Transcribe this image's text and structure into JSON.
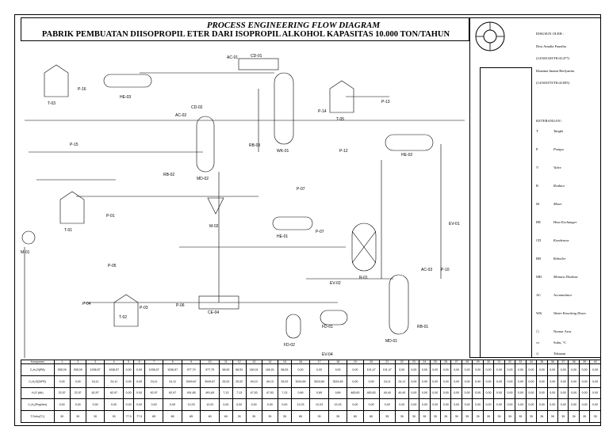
{
  "title_main": "PROCESS ENGINEERING FLOW DIAGRAM",
  "title_sub": "PABRIK PEMBUATAN DIISOPROPIL ETER DARI ISOPROPIL ALKOHOL KAPASITAS 10.000 TON/TAHUN",
  "side": {
    "prepared_label": "DISUSUN OLEH :",
    "authors": [
      "Desi Amalia Fauziha",
      "(14/365149/TK/41477)",
      "Khanina Imami Berlyanita",
      "(14/365370/TK/41695)"
    ],
    "legend_title": "KETERANGAN :",
    "legend": [
      {
        "code": "T",
        "desc": "Tangki"
      },
      {
        "code": "P",
        "desc": "Pompa"
      },
      {
        "code": "V",
        "desc": "Valve"
      },
      {
        "code": "R",
        "desc": "Reaktor"
      },
      {
        "code": "M",
        "desc": "Mixer"
      },
      {
        "code": "HE",
        "desc": "Heat Exchanger"
      },
      {
        "code": "CD",
        "desc": "Kondensor"
      },
      {
        "code": "RB",
        "desc": "Reboiler"
      },
      {
        "code": "MD",
        "desc": "Menara Distilasi"
      },
      {
        "code": "AC",
        "desc": "Accumulator"
      },
      {
        "code": "WK",
        "desc": "Water Knocking Drum"
      },
      {
        "code": "",
        "desc": "Nomor Arus"
      },
      {
        "code": "",
        "desc": "Suhu, °C"
      },
      {
        "code": "",
        "desc": "Tekanan"
      }
    ]
  },
  "equipment": {
    "t03": "T-03",
    "p16": "P-16",
    "he03": "HE-03",
    "accd02": "AC-02",
    "cd02": "CD-02",
    "ac01": "AC-01",
    "cd01": "CD-01",
    "md02": "MD-02",
    "rb02": "RB-02",
    "p15": "P-15",
    "p14": "P-14",
    "t05": "T-05",
    "p13": "P-13",
    "wk01": "WK-01",
    "rb03": "RB-03",
    "p12": "P-12",
    "he02": "HE-02",
    "p07": "P-07",
    "t01": "T-01",
    "p01": "P-01",
    "m02": "M-02",
    "he01": "HE-01",
    "p07b": "P-07",
    "ev01": "EV-01",
    "m01": "M-01",
    "p05": "P-05",
    "p04": "P-04",
    "t02": "T-02",
    "p03": "P-03",
    "p06": "P-06",
    "ce04": "CE-04",
    "ev02": "EV-02",
    "r01": "R-01",
    "fd01": "FD-01",
    "fd02": "FD-02",
    "ev04": "EV-04",
    "md01": "MD-01",
    "rb01": "RB-01",
    "p10": "P-10",
    "acd03": "AC-03"
  },
  "table": {
    "header": [
      "Komponen",
      "1",
      "2",
      "3",
      "4",
      "5",
      "6",
      "7",
      "8",
      "9",
      "10",
      "11",
      "12",
      "13",
      "14",
      "15",
      "16",
      "17",
      "18",
      "19",
      "20",
      "21",
      "22",
      "23",
      "24",
      "25",
      "26",
      "27",
      "28",
      "29",
      "30",
      "31",
      "32",
      "33",
      "34",
      "35",
      "36",
      "37",
      "38",
      "39",
      "40"
    ],
    "rows": [
      [
        "C₃H₈O(IPA)",
        "935,09",
        "935,09",
        "1036,57",
        "1036,57",
        "0,00",
        "0,00",
        "1036,57",
        "1036,57",
        "977,79",
        "977,79",
        "58,53",
        "58,53",
        "160,01",
        "160,01",
        "58,53",
        "0,00",
        "0,00",
        "0,00",
        "0,00",
        "101,47",
        "101,47",
        "0,00",
        "0,00",
        "0,00",
        "0,00",
        "0,00",
        "0,00",
        "0,00",
        "0,00",
        "0,00",
        "0,00",
        "0,00",
        "0,00",
        "0,00",
        "0,00",
        "0,00",
        "0,00",
        "0,00",
        "0,00",
        "0,00"
      ],
      [
        "C₃H₆O(DIPE)",
        "0,00",
        "0,00",
        "24,11",
        "24,11",
        "0,00",
        "0,00",
        "24,11",
        "24,11",
        "3049,67",
        "3049,67",
        "25,02",
        "25,02",
        "49,13",
        "49,13",
        "25,02",
        "3024,69",
        "3024,69",
        "3024,69",
        "0,00",
        "0,00",
        "24,11",
        "24,11",
        "0,00",
        "0,00",
        "0,00",
        "0,00",
        "0,00",
        "0,00",
        "0,00",
        "0,00",
        "0,00",
        "0,00",
        "0,00",
        "0,00",
        "0,00",
        "0,00",
        "0,00",
        "0,00",
        "0,00",
        "0,00"
      ],
      [
        "H₂O (Air)",
        "22,57",
        "22,57",
        "62,97",
        "62,97",
        "0,00",
        "0,00",
        "62,97",
        "62,97",
        "491,65",
        "491,65",
        "7,13",
        "7,13",
        "47,53",
        "47,53",
        "7,13",
        "0,89",
        "0,89",
        "0,89",
        "483,63",
        "483,63",
        "40,40",
        "40,40",
        "0,00",
        "0,00",
        "0,00",
        "0,00",
        "0,00",
        "0,00",
        "0,00",
        "0,00",
        "0,00",
        "0,00",
        "0,00",
        "0,00",
        "0,00",
        "0,00",
        "0,00",
        "0,00",
        "0,00",
        "0,00"
      ],
      [
        "C₃H₆(Propilen)",
        "0,00",
        "0,00",
        "0,00",
        "0,00",
        "0,00",
        "0,00",
        "0,00",
        "0,00",
        "12,03",
        "12,03",
        "0,00",
        "0,00",
        "0,00",
        "0,00",
        "0,00",
        "12,03",
        "12,03",
        "12,03",
        "0,00",
        "0,00",
        "0,00",
        "0,00",
        "0,00",
        "0,00",
        "0,00",
        "0,00",
        "0,00",
        "0,00",
        "0,00",
        "0,00",
        "0,00",
        "0,00",
        "0,00",
        "0,00",
        "0,00",
        "0,00",
        "0,00",
        "0,00",
        "0,00",
        "0,00"
      ],
      [
        "T,Suhu(°C)",
        "30",
        "30",
        "30",
        "30",
        "77,9",
        "77,9",
        "85",
        "85",
        "85",
        "60",
        "60",
        "35",
        "35",
        "35",
        "35",
        "85",
        "35",
        "35",
        "80",
        "80",
        "35",
        "35",
        "35",
        "35",
        "35",
        "35",
        "35",
        "35",
        "35",
        "35",
        "35",
        "35",
        "35",
        "35",
        "35",
        "35",
        "35",
        "35",
        "35",
        "35"
      ]
    ]
  }
}
